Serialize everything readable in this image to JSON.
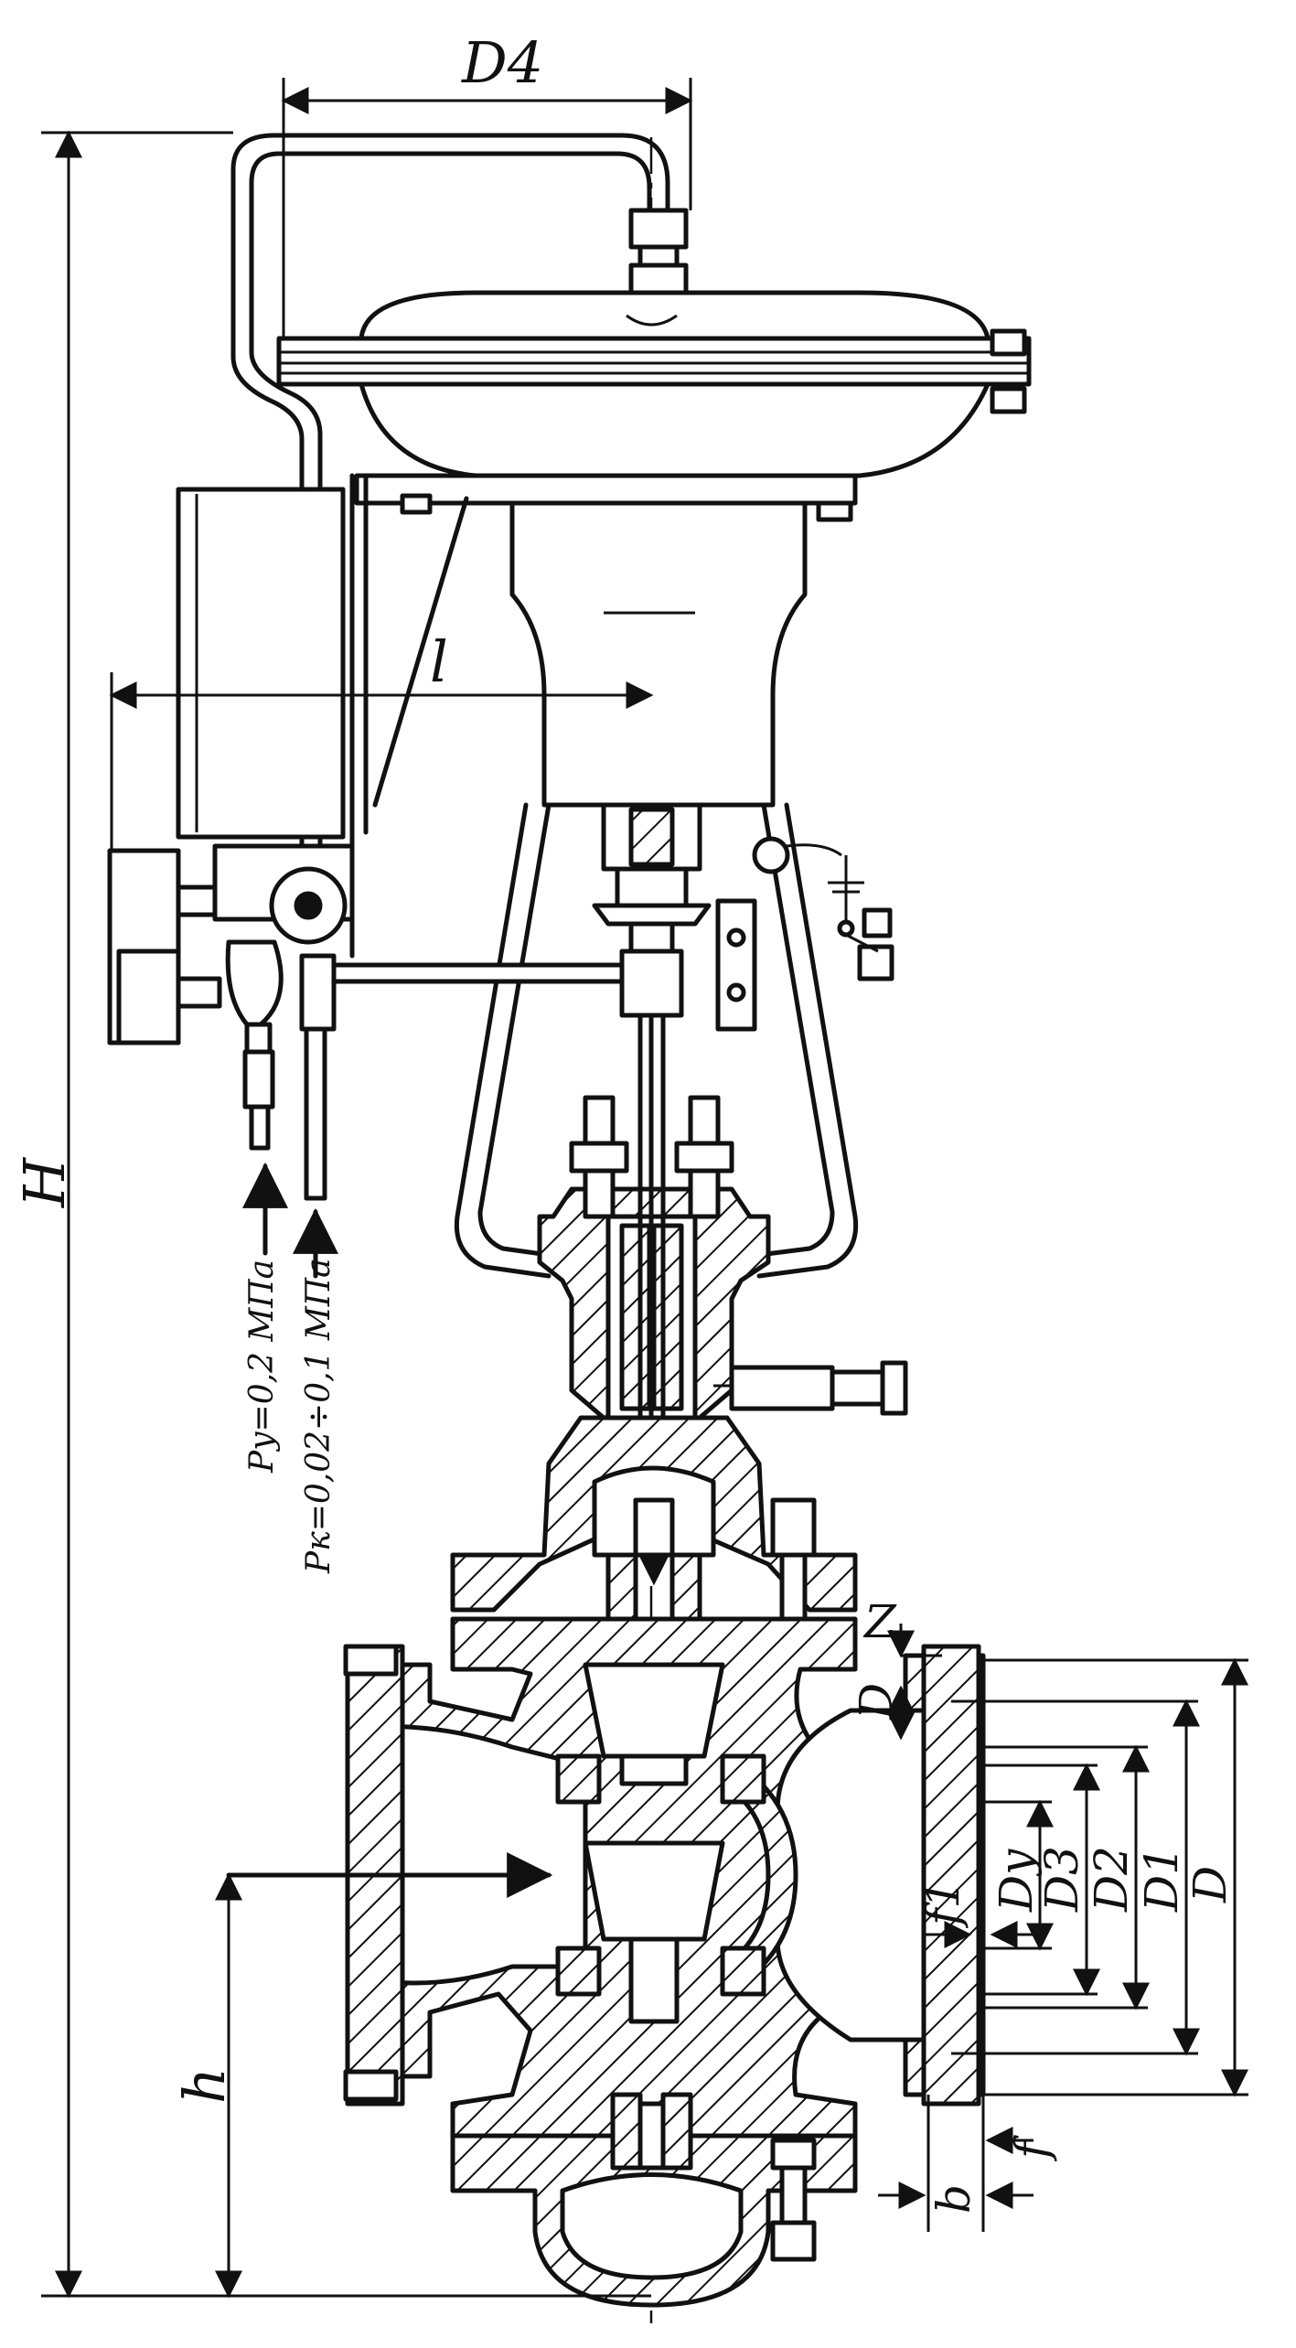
{
  "labels": {
    "d4": "D4",
    "l": "l",
    "h_total": "H",
    "h": "h",
    "z": "Z",
    "d": "D",
    "du": "Dу",
    "d3": "D3",
    "d2": "D2",
    "d1": "D1",
    "f1": "f1",
    "f": "f",
    "b": "b",
    "py": "Py=0,2 МПа",
    "pk": "Pк=0,02÷0,1 МПа"
  }
}
